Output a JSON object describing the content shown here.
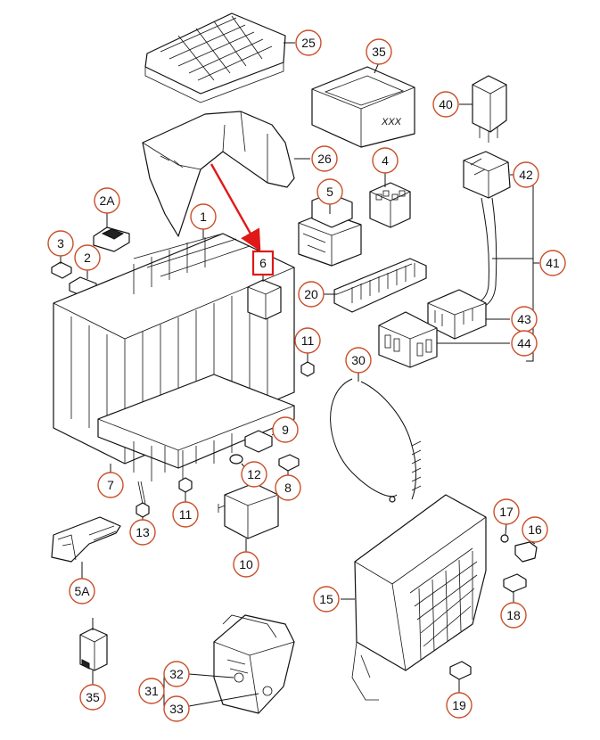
{
  "diagram": {
    "highlight": {
      "label": "6",
      "color": "#e01818"
    },
    "relay_marking": "XXX",
    "callouts": [
      {
        "id": "c25",
        "label": "25"
      },
      {
        "id": "c35a",
        "label": "35"
      },
      {
        "id": "c40",
        "label": "40"
      },
      {
        "id": "c26",
        "label": "26"
      },
      {
        "id": "c4",
        "label": "4"
      },
      {
        "id": "c42",
        "label": "42"
      },
      {
        "id": "c2a",
        "label": "2A"
      },
      {
        "id": "c1",
        "label": "1"
      },
      {
        "id": "c5",
        "label": "5"
      },
      {
        "id": "c3",
        "label": "3"
      },
      {
        "id": "c2",
        "label": "2"
      },
      {
        "id": "c41",
        "label": "41"
      },
      {
        "id": "c20",
        "label": "20"
      },
      {
        "id": "c43",
        "label": "43"
      },
      {
        "id": "c11a",
        "label": "11"
      },
      {
        "id": "c44",
        "label": "44"
      },
      {
        "id": "c30",
        "label": "30"
      },
      {
        "id": "c9",
        "label": "9"
      },
      {
        "id": "c12",
        "label": "12"
      },
      {
        "id": "c7",
        "label": "7"
      },
      {
        "id": "c8",
        "label": "8"
      },
      {
        "id": "c11b",
        "label": "11"
      },
      {
        "id": "c13",
        "label": "13"
      },
      {
        "id": "c17",
        "label": "17"
      },
      {
        "id": "c16",
        "label": "16"
      },
      {
        "id": "c10",
        "label": "10"
      },
      {
        "id": "c5a",
        "label": "5A"
      },
      {
        "id": "c15",
        "label": "15"
      },
      {
        "id": "c18",
        "label": "18"
      },
      {
        "id": "c32",
        "label": "32"
      },
      {
        "id": "c31",
        "label": "31"
      },
      {
        "id": "c33",
        "label": "33"
      },
      {
        "id": "c35b",
        "label": "35"
      },
      {
        "id": "c19",
        "label": "19"
      }
    ],
    "colors": {
      "callout_ring": "#c9502a",
      "line_art": "#111111",
      "arrow": "#e01818"
    }
  }
}
